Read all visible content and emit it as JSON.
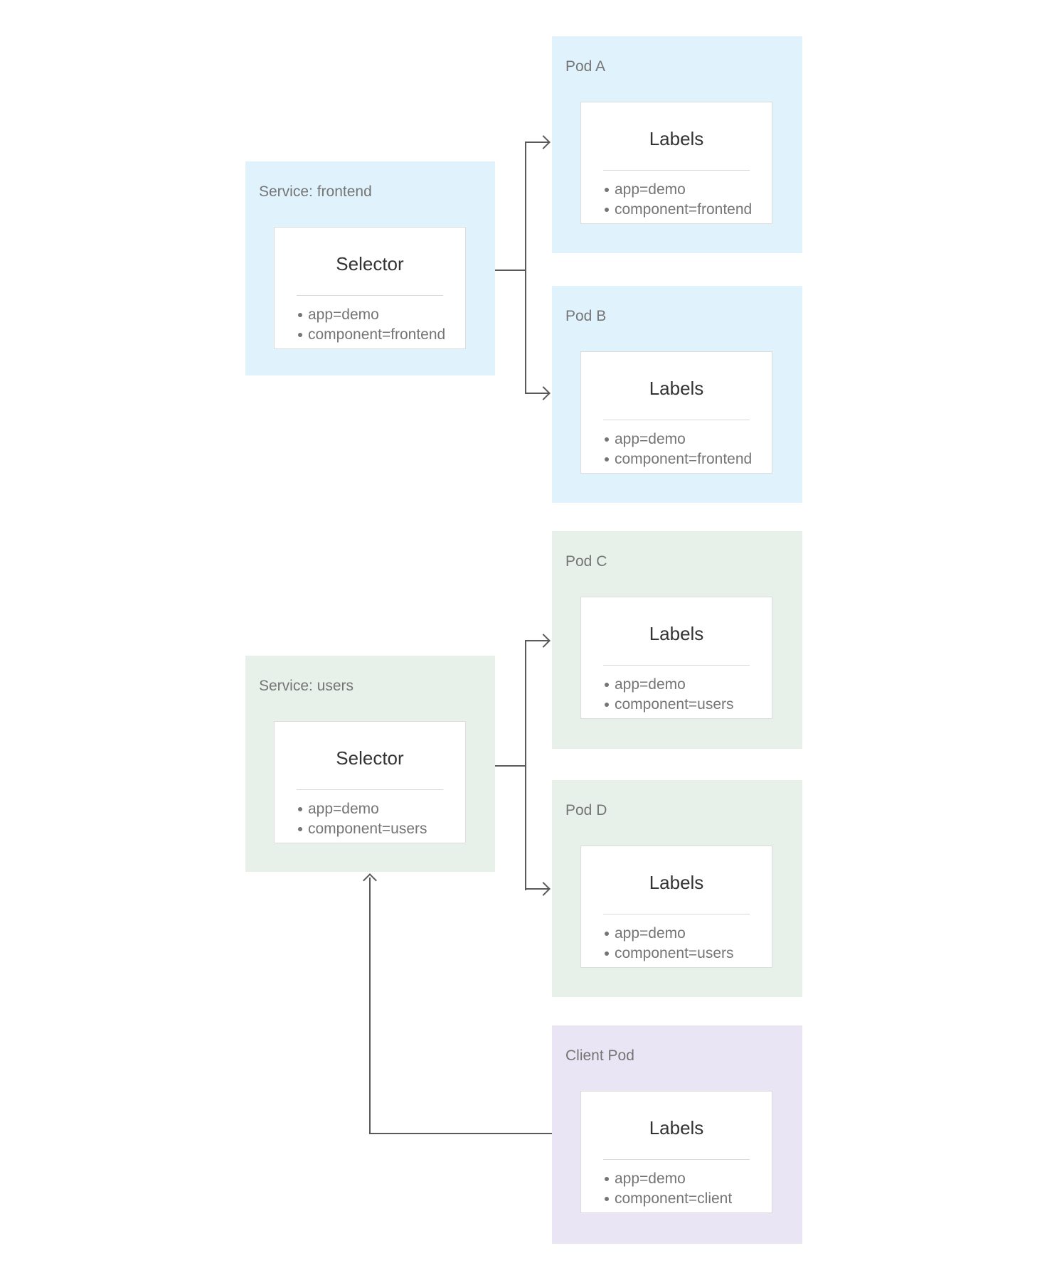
{
  "diagram": {
    "description_labels": {
      "selector_heading": "Selector",
      "labels_heading": "Labels"
    }
  },
  "colors": {
    "service_pod_blue": "#e0f3fd",
    "service_pod_green": "#e8f0ea",
    "client_pod_purple": "#e9e5f4",
    "arrow": "#58595b",
    "box_title_text": "#757575",
    "card_heading_text": "#333333",
    "card_body_text": "#757575",
    "card_border": "#dcdcdc",
    "separator": "#d9d9d9"
  },
  "boxes": [
    {
      "id": "service-frontend",
      "title": "Service: frontend",
      "card_heading": "Selector",
      "items": [
        "app=demo",
        "component=frontend"
      ]
    },
    {
      "id": "pod-a",
      "title": "Pod A",
      "card_heading": "Labels",
      "items": [
        "app=demo",
        "component=frontend"
      ]
    },
    {
      "id": "pod-b",
      "title": "Pod B",
      "card_heading": "Labels",
      "items": [
        "app=demo",
        "component=frontend"
      ]
    },
    {
      "id": "service-users",
      "title": "Service: users",
      "card_heading": "Selector",
      "items": [
        "app=demo",
        "component=users"
      ]
    },
    {
      "id": "pod-c",
      "title": "Pod C",
      "card_heading": "Labels",
      "items": [
        "app=demo",
        "component=users"
      ]
    },
    {
      "id": "pod-d",
      "title": "Pod D",
      "card_heading": "Labels",
      "items": [
        "app=demo",
        "component=users"
      ]
    },
    {
      "id": "client-pod",
      "title": "Client Pod",
      "card_heading": "Labels",
      "items": [
        "app=demo",
        "component=client"
      ]
    }
  ]
}
